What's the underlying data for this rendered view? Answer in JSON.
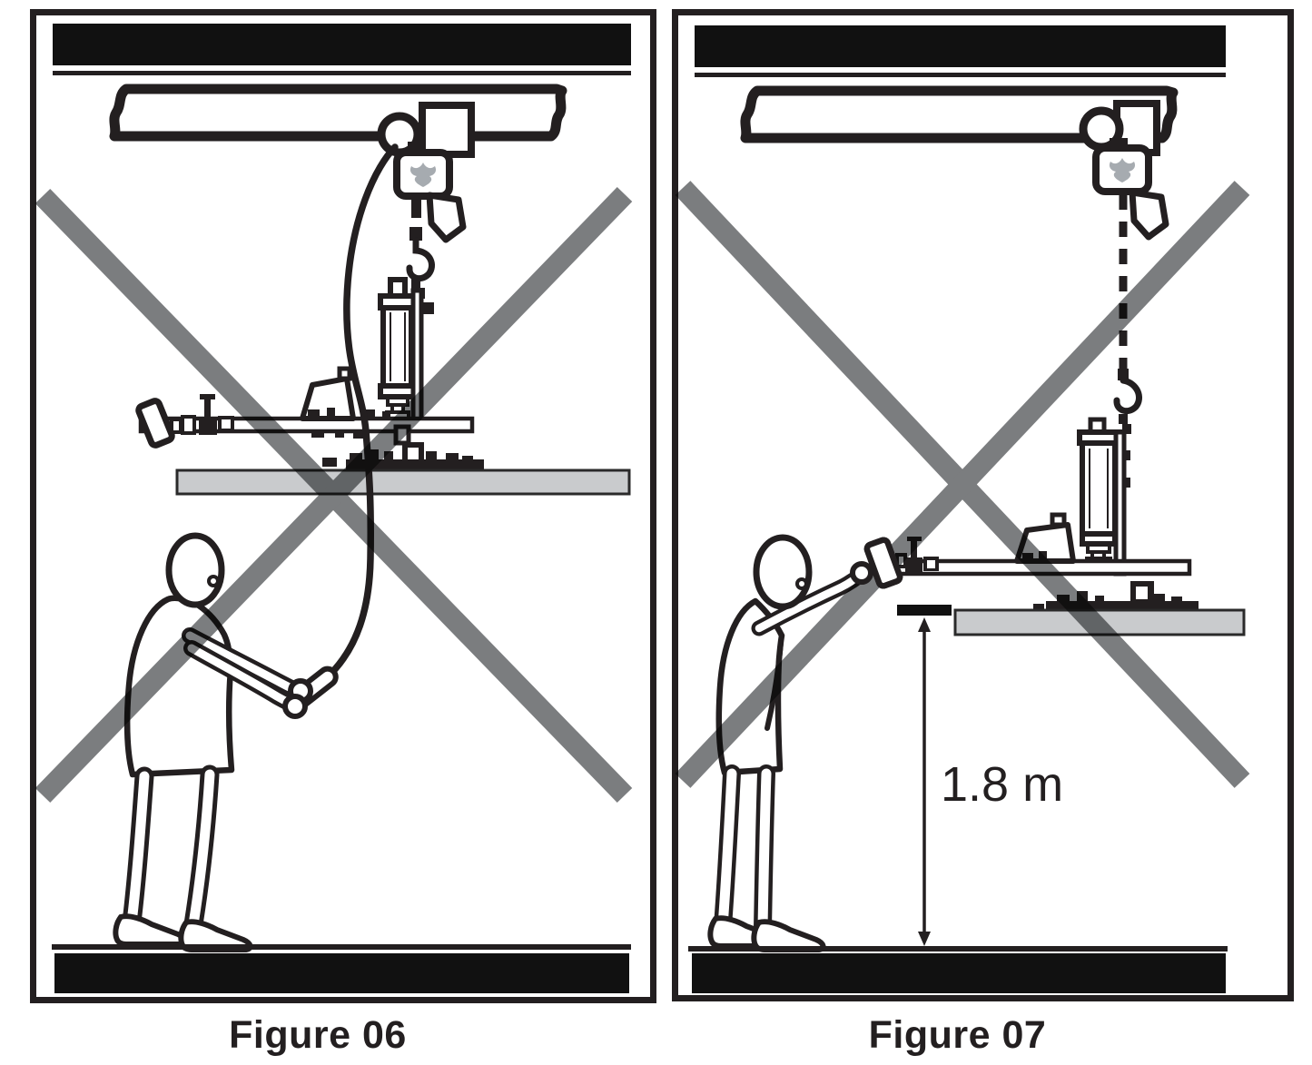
{
  "figures": [
    {
      "id": "figure-06",
      "caption": "Figure 06",
      "meaning": "prohibition: do not pull or ride the hoist control cable"
    },
    {
      "id": "figure-07",
      "caption": "Figure 07",
      "dimension_label": "1.8 m",
      "meaning": "prohibition: do not operate with load raised 1.8 m above floor"
    }
  ],
  "icons": {
    "prohibition": "x-cross-icon",
    "hoist_brand": "winged-emblem-icon",
    "hoist_hook": "crane-hook-icon"
  },
  "colors": {
    "ink": "#231f20",
    "fill_black": "#111111",
    "prohibition_x": "#7b7d7f",
    "glass_panel_gray": "#c9cbcd",
    "emblem_gray": "#a6abb0",
    "background": "#ffffff"
  }
}
